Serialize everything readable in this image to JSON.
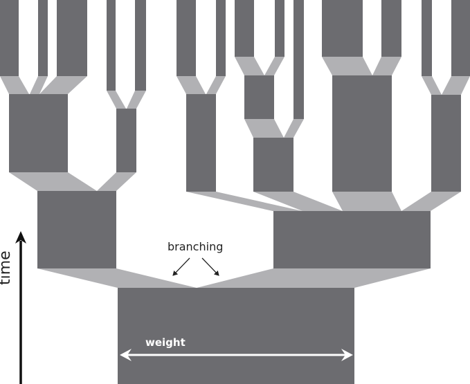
{
  "diagram": {
    "labels": {
      "branching": "branching",
      "weight": "weight",
      "time": "time"
    },
    "colors": {
      "block": "#6c6c70",
      "link": "#b1b1b4",
      "background": "#ffffff"
    }
  }
}
